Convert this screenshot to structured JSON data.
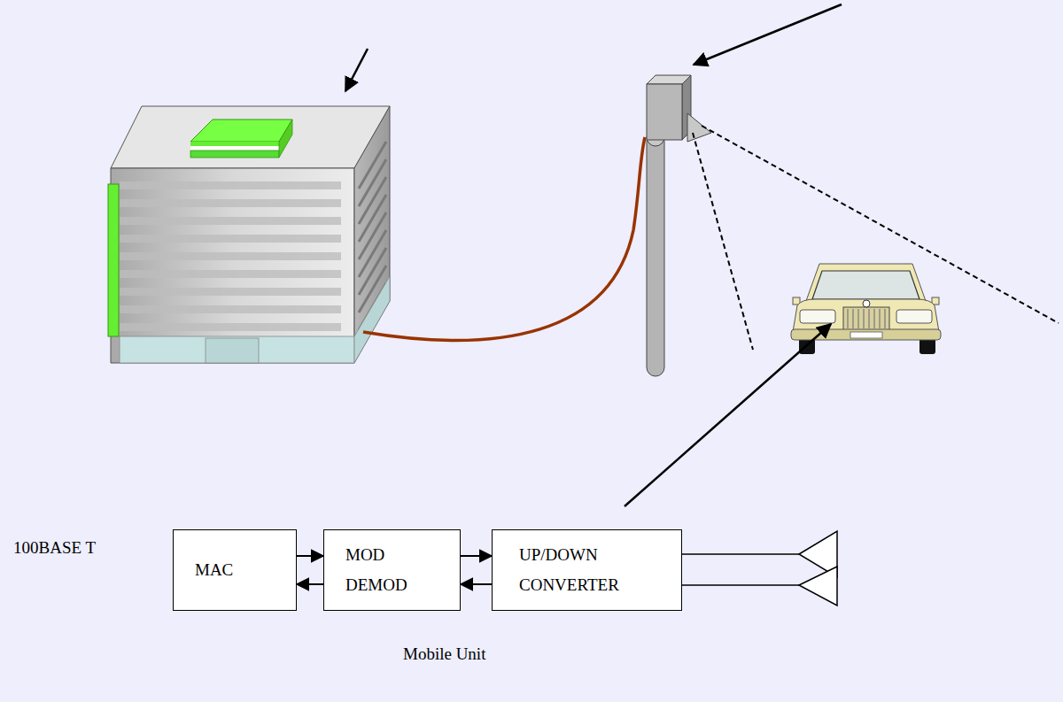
{
  "diagram": {
    "nodes": [
      {
        "text": [
          "MAC"
        ]
      },
      {
        "text": [
          "MOD DEMOD"
        ]
      },
      {
        "text": [
          "UP/DOWN CONVERTER"
        ]
      }
    ],
    "edges": [
      {
        "from": 0,
        "to": 1,
        "arrow": "to"
      },
      {
        "from": 1,
        "to": 0,
        "arrow": "to"
      },
      {
        "from": 1,
        "to": 2,
        "arrow": "to"
      },
      {
        "from": 2,
        "to": 1,
        "arrow": "to"
      }
    ],
    "labels": [
      "100BASE T",
      "Mobile Unit"
    ]
  }
}
